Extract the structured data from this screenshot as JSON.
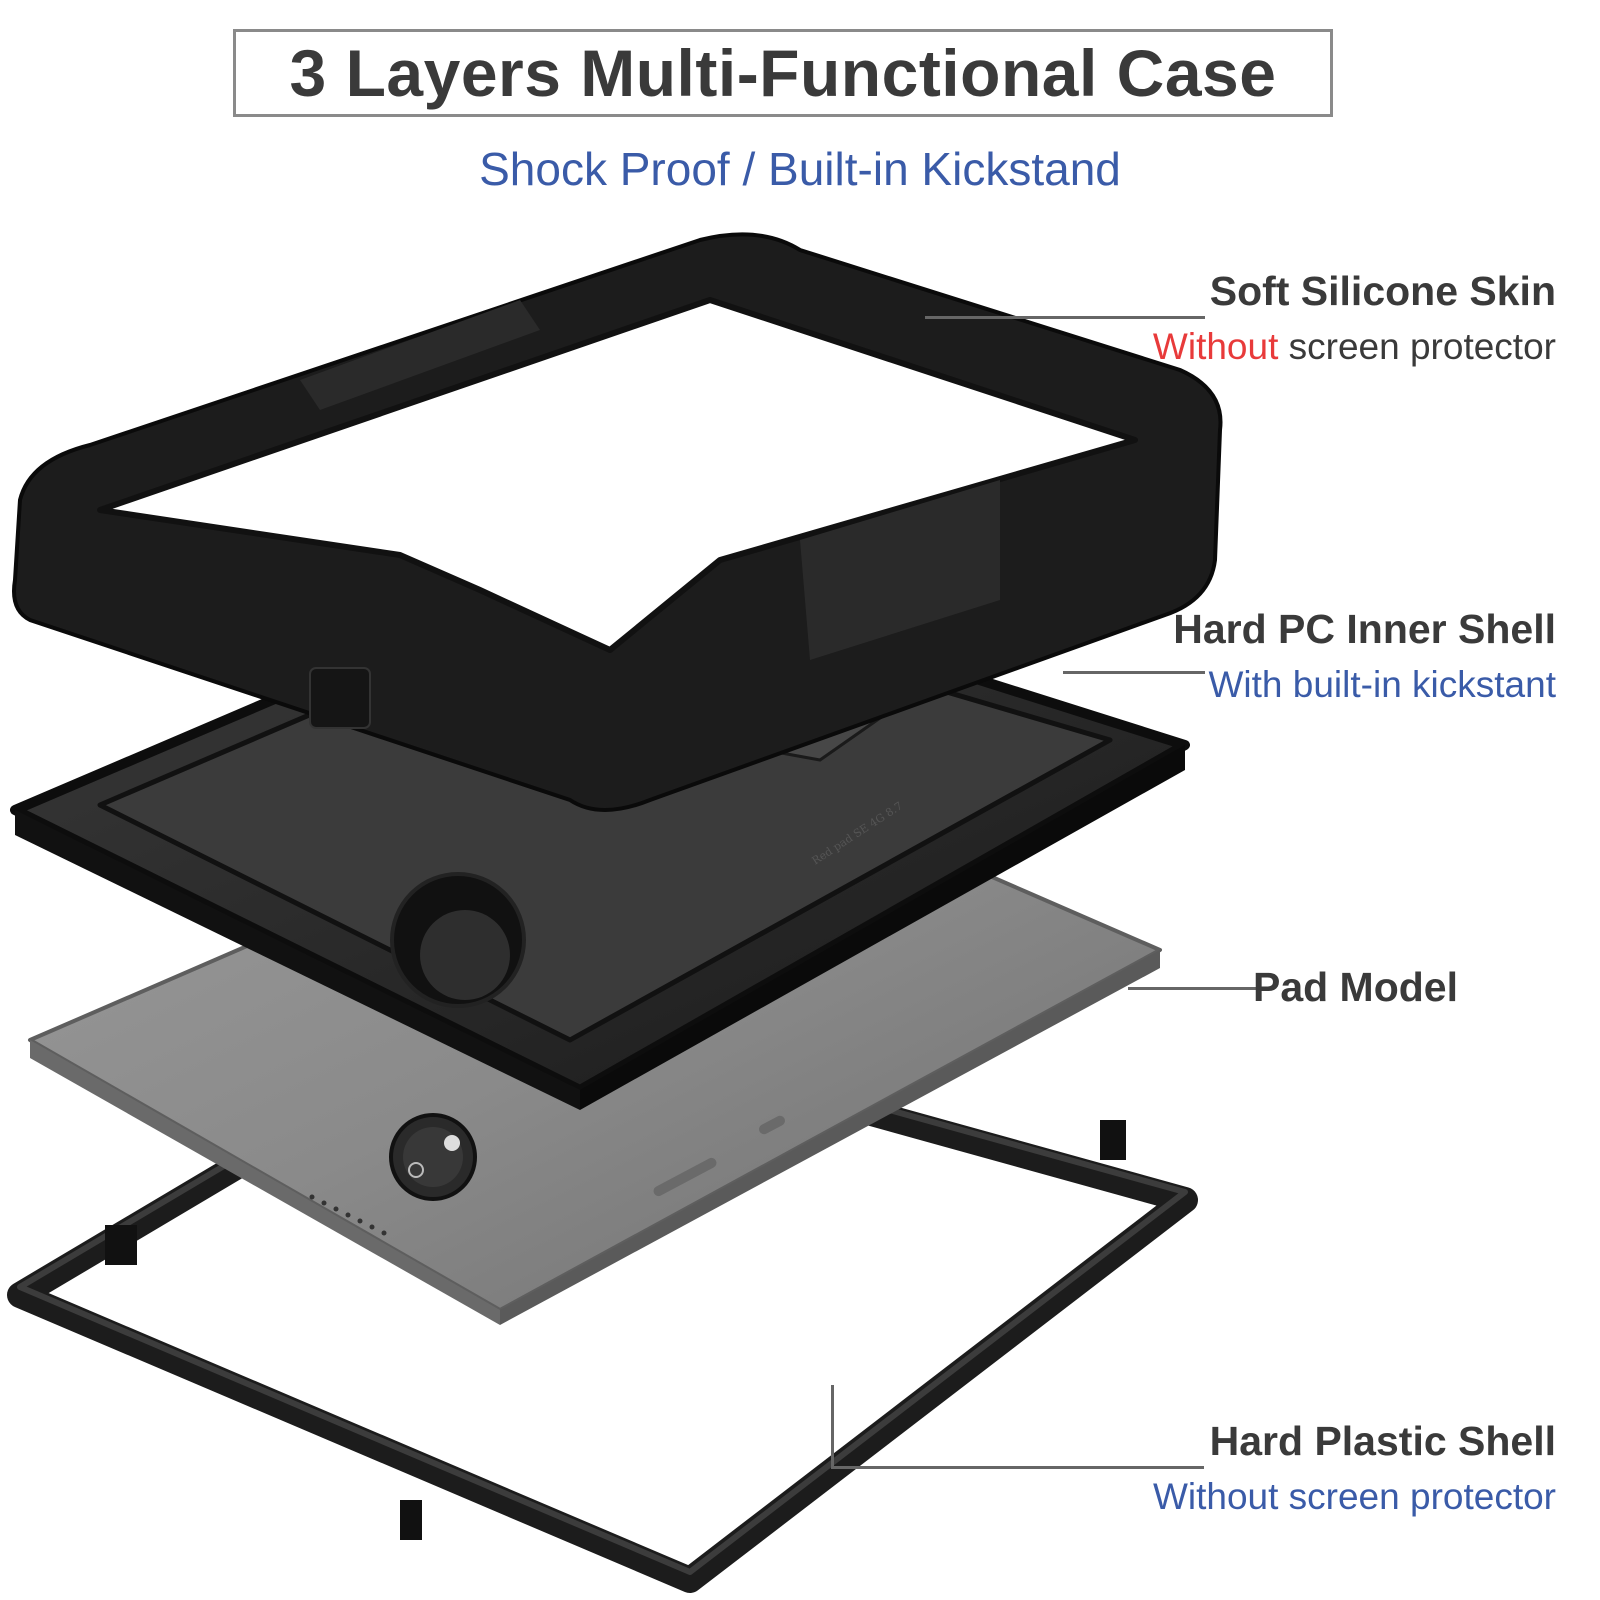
{
  "header": {
    "title": "3 Layers Multi-Functional Case",
    "subtitle": "Shock Proof / Built-in Kickstand"
  },
  "callouts": [
    {
      "title": "Soft Silicone Skin",
      "sub_highlight": "Without",
      "sub_rest": " screen protector",
      "highlight_color": "#e83a3a"
    },
    {
      "title": "Hard PC Inner Shell",
      "sub": "With built-in kickstant"
    },
    {
      "title": "Pad Model"
    },
    {
      "title": "Hard Plastic Shell",
      "sub": "Without screen protector"
    }
  ],
  "product": {
    "emboss_text": "Red pad SE 4G 8.7"
  },
  "colors": {
    "title_text": "#3a3a3a",
    "accent_blue": "#3a5ba8",
    "accent_red": "#e83a3a",
    "callout_line": "#666666",
    "title_border": "#8a8a8a"
  }
}
